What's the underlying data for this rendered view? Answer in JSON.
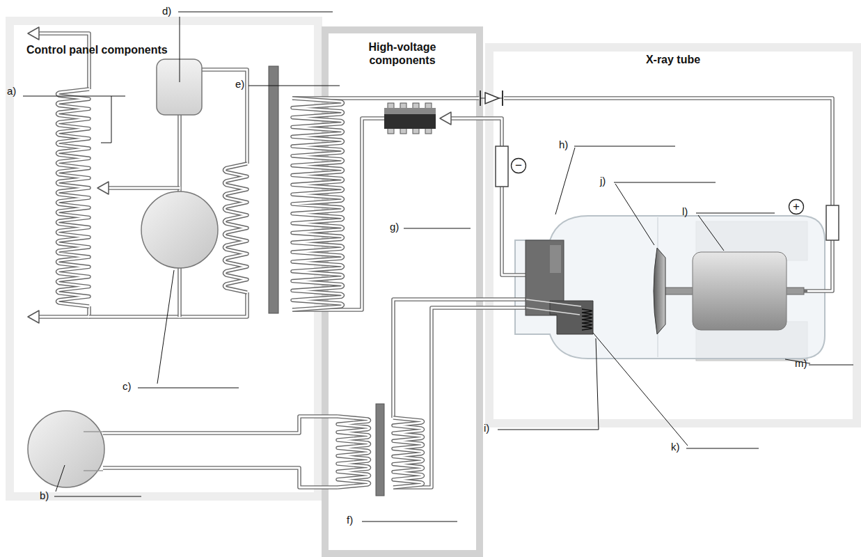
{
  "diagram": {
    "nodes": [
      {
        "text": [
          "Control panel components"
        ]
      },
      {
        "text": [
          "High-voltage components"
        ]
      },
      {
        "text": [
          "X-ray tube"
        ]
      }
    ],
    "labels": [
      "a)",
      "b)",
      "c)",
      "d)",
      "e)",
      "f)",
      "g)",
      "h)",
      "i)",
      "j)",
      "k)",
      "l)",
      "m)",
      "−",
      "+"
    ]
  }
}
